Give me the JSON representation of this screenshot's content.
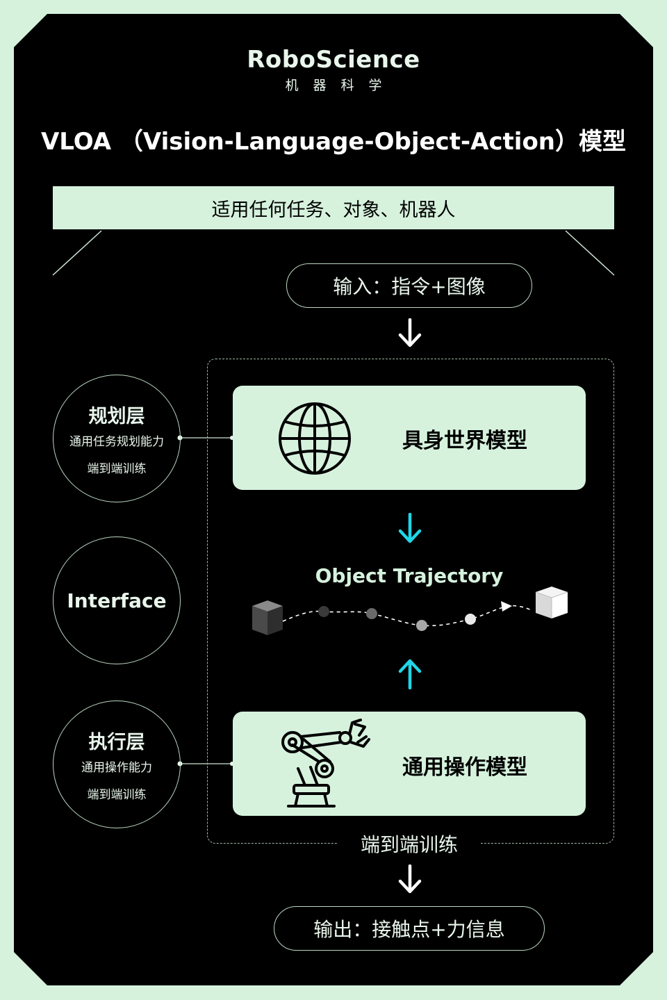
{
  "brand": {
    "name": "RoboScience",
    "subtitle": "机器科学"
  },
  "title": "VLOA （Vision-Language-Object-Action）模型",
  "banner": "适用任何任务、对象、机器人",
  "input": "输入：指令+图像",
  "output": "输出：接触点+力信息",
  "planning_layer": {
    "title": "规划层",
    "line1": "通用任务规划能力",
    "line2": "端到端训练"
  },
  "interface": {
    "title": "Interface"
  },
  "execution_layer": {
    "title": "执行层",
    "line1": "通用操作能力",
    "line2": "端到端训练"
  },
  "world_model": {
    "label": "具身世界模型",
    "icon": "globe-icon"
  },
  "manipulation_model": {
    "label": "通用操作模型",
    "icon": "robot-arm-icon"
  },
  "trajectory": {
    "label": "Object Trajectory"
  },
  "training_label": "端到端训练",
  "colors": {
    "background": "#000000",
    "mint": "#d6f2dd",
    "cyan_arrow": "#1fd6e6",
    "white_arrow": "#ffffff"
  }
}
